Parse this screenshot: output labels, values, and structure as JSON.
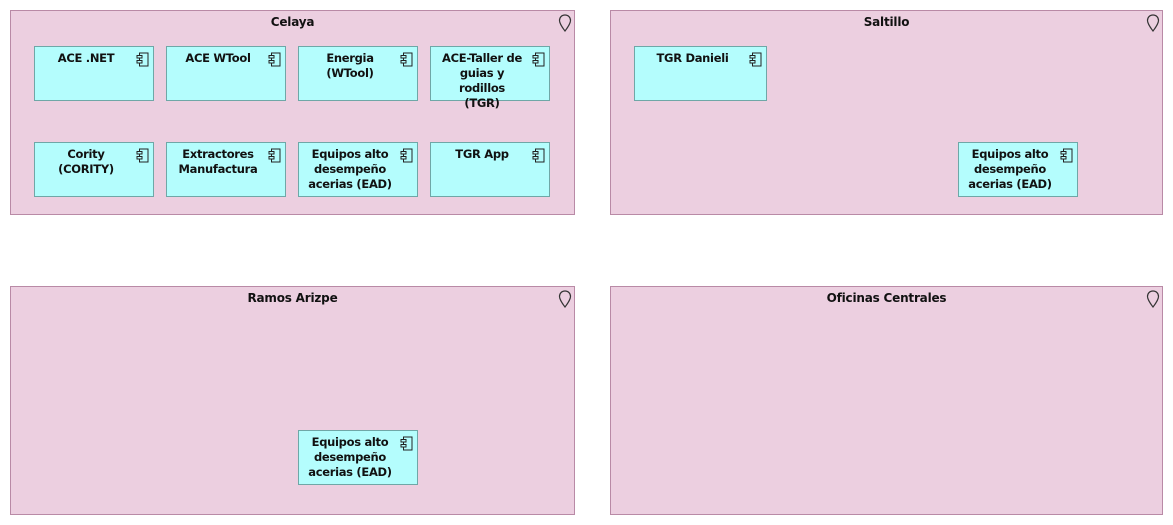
{
  "colors": {
    "location_fill": "#eccfe0",
    "location_border": "#b98aa6",
    "component_fill": "#b4fdfd",
    "component_border": "#6fa7a7"
  },
  "locations": [
    {
      "name": "Celaya",
      "icon": "location-pin-icon",
      "components": [
        {
          "label": "ACE .NET",
          "icon": "component-icon"
        },
        {
          "label": "ACE WTool",
          "icon": "component-icon"
        },
        {
          "label": "Energia\n(WTool)",
          "icon": "component-icon"
        },
        {
          "label": "ACE-Taller de\nguias y rodillos\n(TGR)",
          "icon": "component-icon"
        },
        {
          "label": "Cority\n(CORITY)",
          "icon": "component-icon"
        },
        {
          "label": "Extractores\nManufactura",
          "icon": "component-icon"
        },
        {
          "label": "Equipos alto\ndesempeño\nacerias (EAD)",
          "icon": "component-icon"
        },
        {
          "label": "TGR App",
          "icon": "component-icon"
        }
      ]
    },
    {
      "name": "Saltillo",
      "icon": "location-pin-icon",
      "components": [
        {
          "label": "TGR Danieli",
          "icon": "component-icon"
        },
        {
          "label": "Equipos alto\ndesempeño\nacerias (EAD)",
          "icon": "component-icon"
        }
      ]
    },
    {
      "name": "Ramos Arizpe",
      "icon": "location-pin-icon",
      "components": [
        {
          "label": "Equipos alto\ndesempeño\nacerias (EAD)",
          "icon": "component-icon"
        }
      ]
    },
    {
      "name": "Oficinas Centrales",
      "icon": "location-pin-icon",
      "components": []
    }
  ]
}
